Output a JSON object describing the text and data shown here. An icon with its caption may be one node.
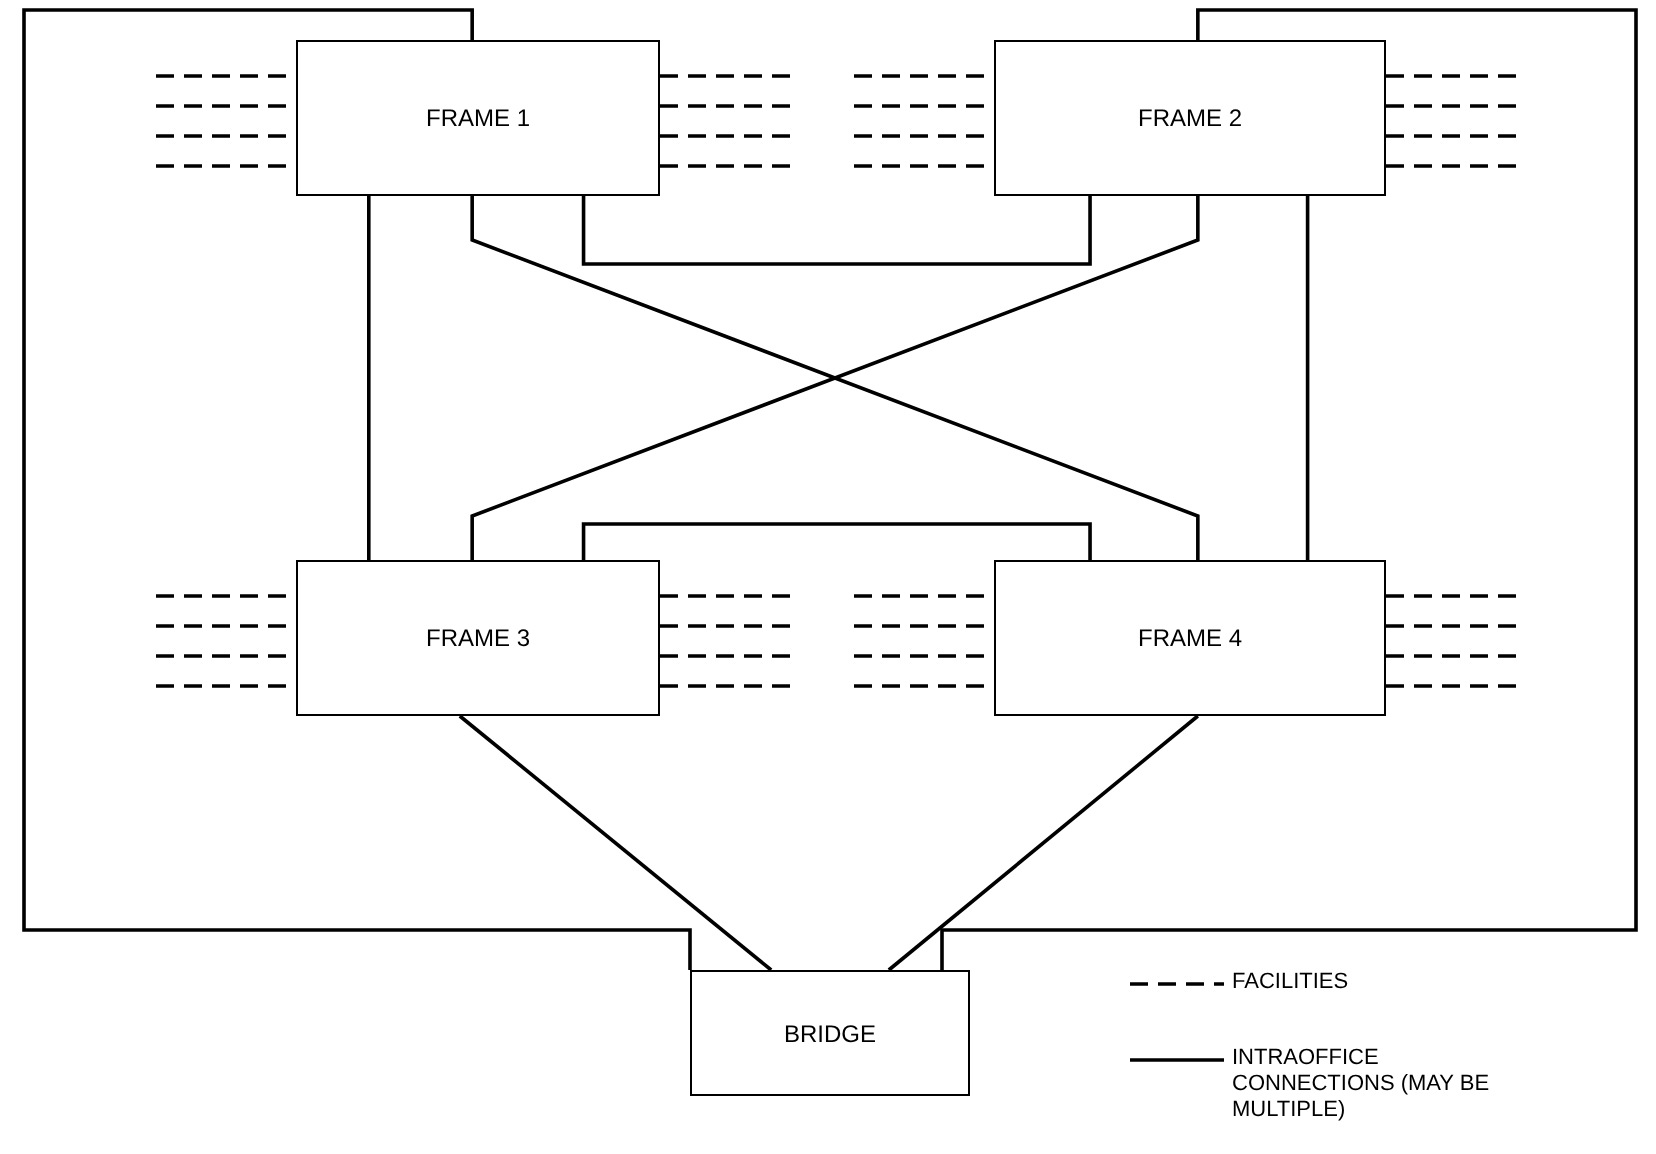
{
  "diagram": {
    "nodes": [
      {
        "text": [
          "FRAME 1"
        ]
      },
      {
        "text": [
          "FRAME 2"
        ]
      },
      {
        "text": [
          "FRAME 3"
        ]
      },
      {
        "text": [
          "FRAME 4"
        ]
      },
      {
        "text": [
          "BRIDGE"
        ]
      }
    ],
    "edges": [
      {
        "from": 0,
        "to": 1,
        "arrow": "none"
      },
      {
        "from": 0,
        "to": 2,
        "arrow": "none"
      },
      {
        "from": 0,
        "to": 3,
        "arrow": "none"
      },
      {
        "from": 1,
        "to": 2,
        "arrow": "none"
      },
      {
        "from": 1,
        "to": 3,
        "arrow": "none"
      },
      {
        "from": 2,
        "to": 3,
        "arrow": "none"
      },
      {
        "from": 0,
        "to": 4,
        "arrow": "none"
      },
      {
        "from": 1,
        "to": 4,
        "arrow": "none"
      },
      {
        "from": 2,
        "to": 4,
        "arrow": "none"
      },
      {
        "from": 3,
        "to": 4,
        "arrow": "none"
      },
      {
        "from": null,
        "to": 0,
        "arrow": "none",
        "style": "dashed"
      },
      {
        "from": null,
        "to": 0,
        "arrow": "none",
        "style": "dashed"
      },
      {
        "from": null,
        "to": 0,
        "arrow": "none",
        "style": "dashed"
      },
      {
        "from": null,
        "to": 0,
        "arrow": "none",
        "style": "dashed"
      },
      {
        "from": 0,
        "to": null,
        "arrow": "none",
        "style": "dashed"
      },
      {
        "from": 0,
        "to": null,
        "arrow": "none",
        "style": "dashed"
      },
      {
        "from": 0,
        "to": null,
        "arrow": "none",
        "style": "dashed"
      },
      {
        "from": 0,
        "to": null,
        "arrow": "none",
        "style": "dashed"
      },
      {
        "from": null,
        "to": 1,
        "arrow": "none",
        "style": "dashed"
      },
      {
        "from": null,
        "to": 1,
        "arrow": "none",
        "style": "dashed"
      },
      {
        "from": null,
        "to": 1,
        "arrow": "none",
        "style": "dashed"
      },
      {
        "from": null,
        "to": 1,
        "arrow": "none",
        "style": "dashed"
      },
      {
        "from": 1,
        "to": null,
        "arrow": "none",
        "style": "dashed"
      },
      {
        "from": 1,
        "to": null,
        "arrow": "none",
        "style": "dashed"
      },
      {
        "from": 1,
        "to": null,
        "arrow": "none",
        "style": "dashed"
      },
      {
        "from": 1,
        "to": null,
        "arrow": "none",
        "style": "dashed"
      },
      {
        "from": null,
        "to": 2,
        "arrow": "none",
        "style": "dashed"
      },
      {
        "from": null,
        "to": 2,
        "arrow": "none",
        "style": "dashed"
      },
      {
        "from": null,
        "to": 2,
        "arrow": "none",
        "style": "dashed"
      },
      {
        "from": null,
        "to": 2,
        "arrow": "none",
        "style": "dashed"
      },
      {
        "from": 2,
        "to": null,
        "arrow": "none",
        "style": "dashed"
      },
      {
        "from": 2,
        "to": null,
        "arrow": "none",
        "style": "dashed"
      },
      {
        "from": 2,
        "to": null,
        "arrow": "none",
        "style": "dashed"
      },
      {
        "from": 2,
        "to": null,
        "arrow": "none",
        "style": "dashed"
      },
      {
        "from": null,
        "to": 3,
        "arrow": "none",
        "style": "dashed"
      },
      {
        "from": null,
        "to": 3,
        "arrow": "none",
        "style": "dashed"
      },
      {
        "from": null,
        "to": 3,
        "arrow": "none",
        "style": "dashed"
      },
      {
        "from": null,
        "to": 3,
        "arrow": "none",
        "style": "dashed"
      },
      {
        "from": 3,
        "to": null,
        "arrow": "none",
        "style": "dashed"
      },
      {
        "from": 3,
        "to": null,
        "arrow": "none",
        "style": "dashed"
      },
      {
        "from": 3,
        "to": null,
        "arrow": "none",
        "style": "dashed"
      },
      {
        "from": 3,
        "to": null,
        "arrow": "none",
        "style": "dashed"
      }
    ],
    "legend": [
      {
        "text": "FACILITIES"
      },
      {
        "text": "INTRAOFFICE CONNECTIONS (MAY BE MULTIPLE)"
      }
    ]
  }
}
